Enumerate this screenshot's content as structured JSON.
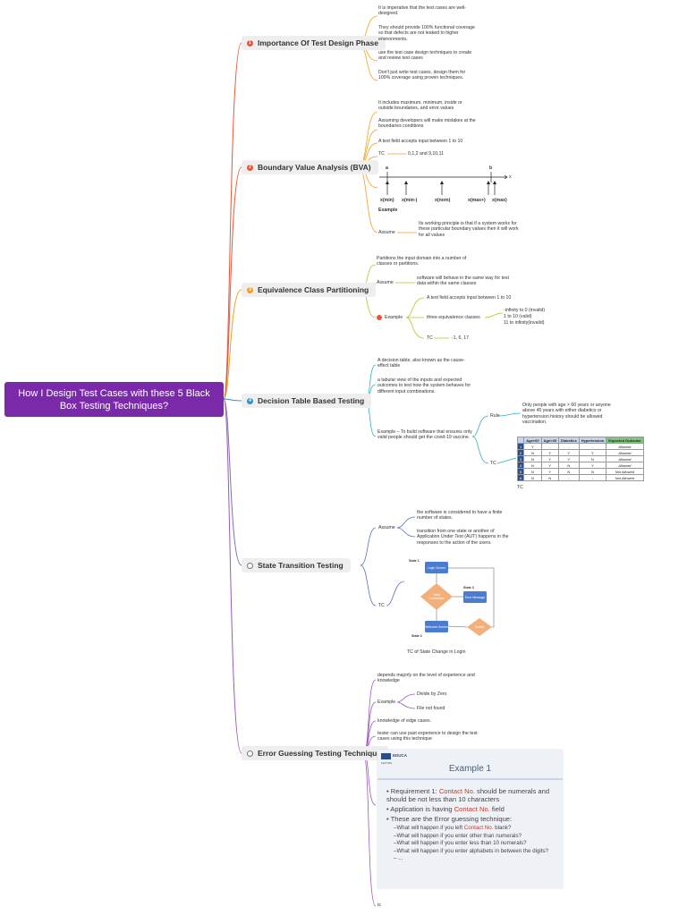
{
  "root": {
    "title": "How I Design Test Cases with these 5 Black Box Testing Techniques?"
  },
  "colors": {
    "root": "#7a2aa8",
    "b1": "#e8553a",
    "b2": "#e8553a",
    "b3": "#f0a020",
    "b4": "#2f8fd0",
    "b5": "#777777",
    "b6": "#777777"
  },
  "branches": [
    {
      "label": "Importance Of Test Design Phase",
      "icon": "number-1-icon"
    },
    {
      "label": "Boundary Value Analysis (BVA)",
      "icon": "number-2-icon"
    },
    {
      "label": "Equivalence Class Partitioning",
      "icon": "number-3-icon"
    },
    {
      "label": "Decision Table Based Testing",
      "icon": "number-4-icon"
    },
    {
      "label": "State Transition Testing",
      "icon": "number-5-icon"
    },
    {
      "label": "Error Guessing Testing Technique",
      "icon": "number-6-icon"
    }
  ],
  "importance": {
    "items": [
      "It is imperative that the test cases are well-designed.",
      "They should provide 100% functional coverage so that defects are not leaked to higher environments.",
      "use the test case design techniques to create and review test cases",
      "Don't just write test cases, design them for 100% coverage using proven techniques."
    ]
  },
  "bva": {
    "items": [
      "It includes maximum, minimum, inside or outside boundaries, and error values",
      "Assuming developers will make mistakes at the boundaries conditions",
      "A test field accepts input between 1 to 10"
    ],
    "tc_label": "TC",
    "tc_value": "0,1,2 and 9,10,11",
    "diagram": {
      "a": "a",
      "b": "b",
      "x": "x",
      "labels": [
        "x(min)",
        "x(min-)",
        "x(nom)",
        "x(max+)",
        "x(max)"
      ],
      "caption": "Example"
    },
    "assume_label": "Assume",
    "assume_text": "Its working principle is that if a system works for these particular boundary values then it will work for all values"
  },
  "ecp": {
    "item1": "Partitions the input domain into a number of classes or partitions.",
    "assume_label": "Assume",
    "assume_text": "software will behave in the same way for test data within the same classes",
    "example_label": "Example",
    "example_accepts": "A text field accepts input between 1 to 10",
    "classes_label": "three equivalence classes",
    "classes": [
      "-infinity to 0 (invalid)",
      "1 to 10 (valid)",
      "11 to infinity(invalid)"
    ],
    "tc_label": "TC",
    "tc_value": "-1, 6, 17"
  },
  "decision": {
    "item1": "A decision table, also known as the cause-effect table",
    "item2": "a tabular view of the inputs and expected outcomes to test how the system behaves for different input combinations.",
    "example": "Example – To build software that ensures only valid people should get the covid-19 vaccine.",
    "rule_label": "Rule",
    "rule_text": "Only people with age > 60 years or anyone above 45 years with either diabetics or hypertension history should be allowed vaccination.",
    "tc_label": "TC",
    "tc_caption": "TC",
    "table": {
      "headers": [
        "",
        "Age>60",
        "Age>45",
        "Diabetics",
        "Hypertension",
        "Expected Outcome"
      ],
      "rows": [
        [
          "1",
          "Y",
          "-",
          "-",
          "-",
          "Allowed"
        ],
        [
          "2",
          "N",
          "Y",
          "Y",
          "Y",
          "Allowed"
        ],
        [
          "3",
          "N",
          "Y",
          "Y",
          "N",
          "Allowed"
        ],
        [
          "4",
          "N",
          "Y",
          "N",
          "Y",
          "Allowed"
        ],
        [
          "5",
          "N",
          "Y",
          "N",
          "N",
          "Not Allowed"
        ],
        [
          "6",
          "N",
          "N",
          "-",
          "-",
          "Not Allowed"
        ]
      ]
    }
  },
  "state": {
    "assume_label": "Assume",
    "assume1": "the software is considered to have a finite number of states.",
    "assume2": "transition from one state or another of Application Under Test (AUT) happens in the responses to the action of the users.",
    "tc_label": "TC",
    "diagram": {
      "state1": "State 1",
      "login": "Login Screen",
      "valid": "Valid Credentials",
      "state3": "State 3",
      "error": "Error Message",
      "welcome": "Welcome Screen",
      "state2": "State 2",
      "invalid": "Invalid"
    },
    "caption": "TC of State Change in Login"
  },
  "error": {
    "item1": "depends majorly on the level of experience and knowledge",
    "example_label": "Example",
    "examples": [
      "Divide by Zero",
      "File not found"
    ],
    "item2": "knowledge of edge cases.",
    "item3": "tester can use past experience to design the test cases using this technique",
    "slide": {
      "logo": "EDUCA",
      "logo_sub": "CENTRE",
      "title": "Example 1",
      "req_prefix": "Requirement 1: ",
      "req_red": "Contact No.",
      "req_suffix": " should be numerals and should be not less than 10 characters",
      "app_prefix": "Application is having ",
      "app_red": "Contact No.",
      "app_suffix": " field",
      "these": "These are the Error guessing technique:",
      "q1_prefix": "–What will happen if you left ",
      "q1_red": "Contact No.",
      "q1_suffix": " blank?",
      "q2": "–What will happen if you enter other than numerals?",
      "q3": "–What will happen if you enter less than 10 numerals?",
      "q4": "–What will happen if you enter alphabets in between the digits?",
      "q5": "– ..."
    },
    "tc_label": "tc"
  }
}
